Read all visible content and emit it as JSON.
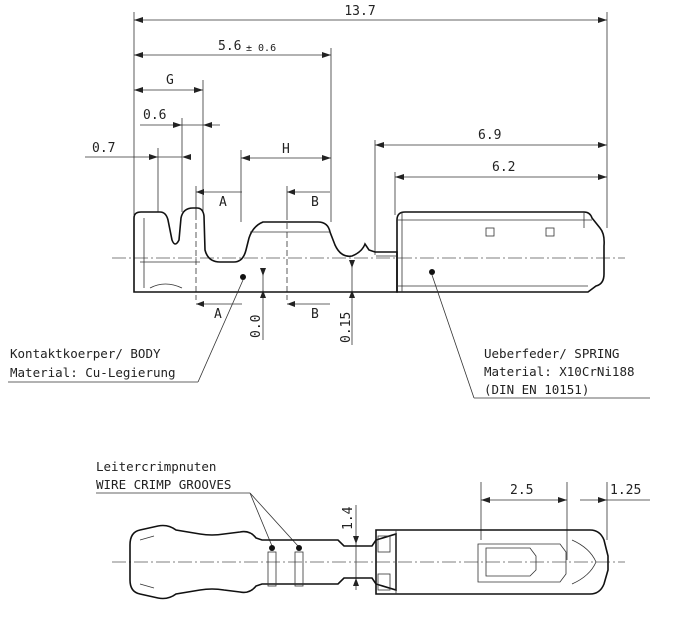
{
  "dimensions": {
    "overall": "13.7",
    "body_length": "5.6",
    "body_tolerance": "± 0.6",
    "g": "G",
    "d06": "0.6",
    "d07": "0.7",
    "h": "H",
    "spring_len": "6.9",
    "spring_inner": "6.2",
    "offset_a": "0.0",
    "offset_b": "0.15",
    "bottom_width": "1.4",
    "bottom_25": "2.5",
    "bottom_125": "1.25"
  },
  "sections": {
    "a": "A",
    "b": "B"
  },
  "labels": {
    "body_line1": "Kontaktkoerper/ BODY",
    "body_line2": "Material: Cu-Legierung",
    "spring_line1": "Ueberfeder/ SPRING",
    "spring_line2": "Material: X10CrNi188",
    "spring_line3": "(DIN EN 10151)",
    "crimp_line1": "Leitercrimpnuten",
    "crimp_line2": "WIRE CRIMP GROOVES"
  }
}
